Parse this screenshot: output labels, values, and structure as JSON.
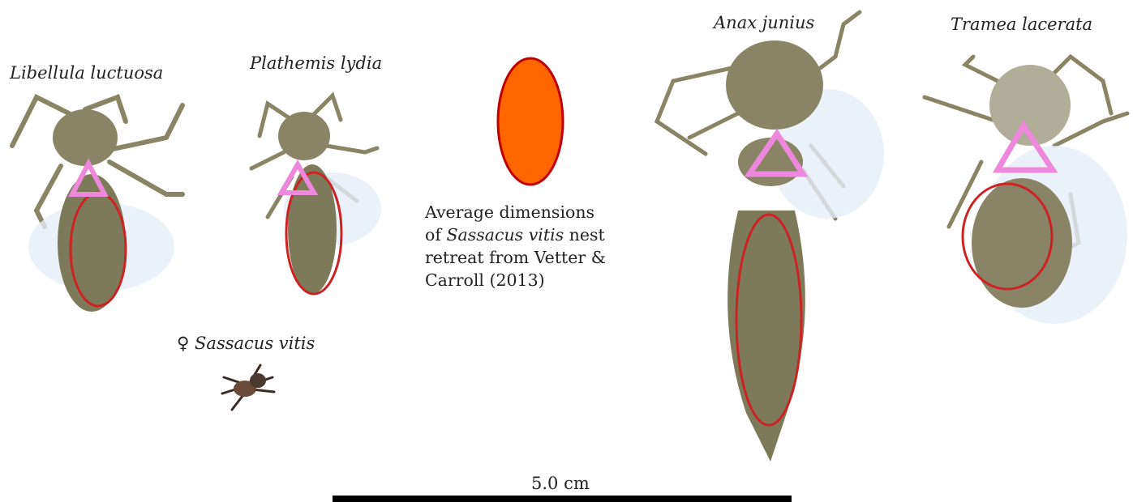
{
  "species": {
    "libellula": "Libellula luctuosa",
    "plathemis": "Plathemis lydia",
    "anax": "Anax junius",
    "tramea": "Tramea lacerata",
    "spider_symbol": "♀",
    "spider": "Sassacus vitis"
  },
  "caption": {
    "line1": "Average dimensions",
    "line2_pre": "of ",
    "line2_italic": "Sassacus vitis",
    "line2_post": " nest",
    "line3": "retreat from Vetter &",
    "line4": "Carroll (2013)"
  },
  "scale": {
    "label": "5.0 cm"
  },
  "colors": {
    "nest_fill": "#ff6600",
    "nest_stroke": "#c00000",
    "ellipse_marker": "#cc2222",
    "triangle_marker": "#ee88dd",
    "exuvia": "#8a8466"
  }
}
